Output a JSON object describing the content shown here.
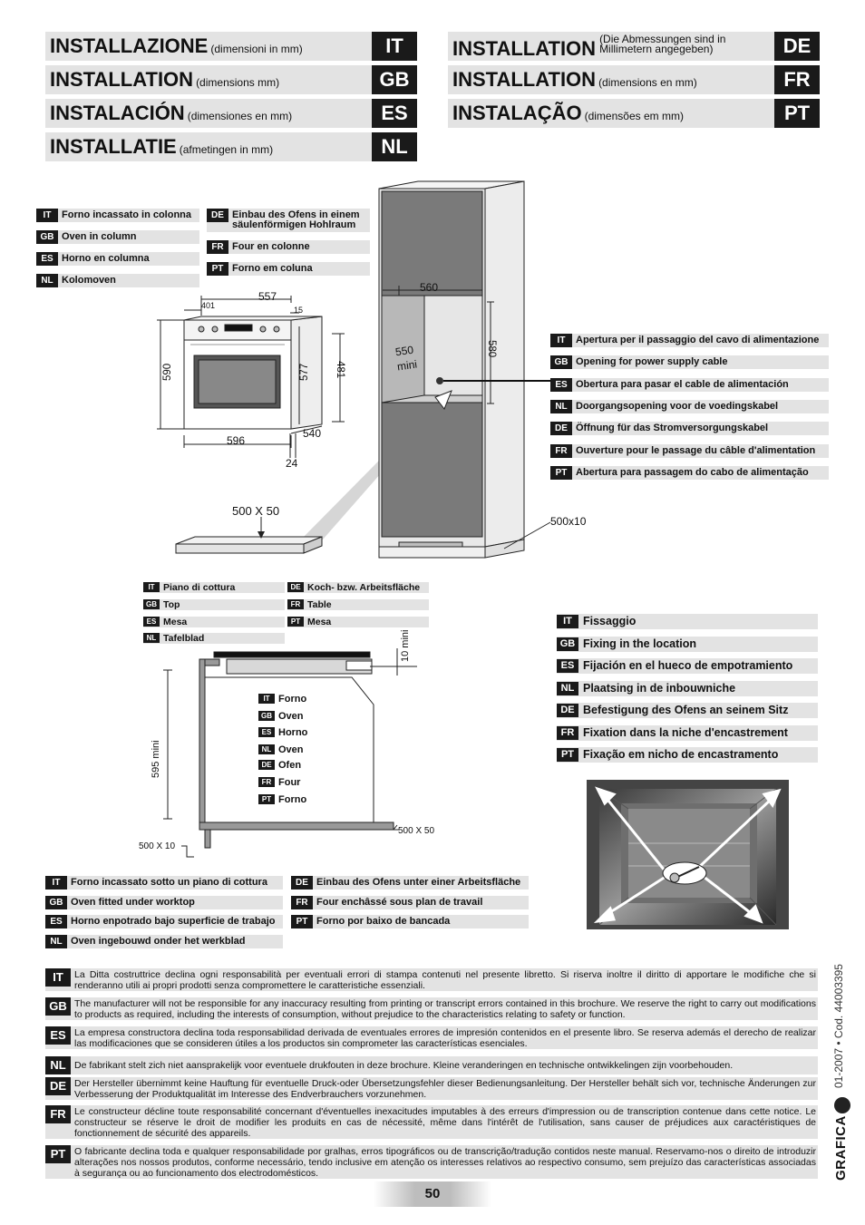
{
  "headers": [
    {
      "title": "INSTALLAZIONE",
      "sub": "(dimensioni in mm)",
      "code": "IT"
    },
    {
      "title": "INSTALLATION",
      "sub": "(dimensions mm)",
      "code": "GB"
    },
    {
      "title": "INSTALACIÓN",
      "sub": "(dimensiones en mm)",
      "code": "ES"
    },
    {
      "title": "INSTALLATIE",
      "sub": "(afmetingen in mm)",
      "code": "NL"
    },
    {
      "title": "INSTALLATION",
      "sub_line1": "(Die Abmessungen sind in",
      "sub_line2": "Millimetern angegeben)",
      "code": "DE"
    },
    {
      "title": "INSTALLATION",
      "sub": "(dimensions en mm)",
      "code": "FR"
    },
    {
      "title": "INSTALAÇÃO",
      "sub": "(dimensões em mm)",
      "code": "PT"
    }
  ],
  "column_labels": [
    {
      "code": "IT",
      "text": "Forno incassato in colonna"
    },
    {
      "code": "GB",
      "text": "Oven in column"
    },
    {
      "code": "ES",
      "text": "Horno en columna"
    },
    {
      "code": "NL",
      "text": "Kolomoven"
    },
    {
      "code": "DE",
      "line1": "Einbau des Ofens in einem",
      "line2": "säulenförmigen Hohlraum"
    },
    {
      "code": "FR",
      "text": "Four en colonne"
    },
    {
      "code": "PT",
      "text": "Forno em coluna"
    }
  ],
  "cable_labels": [
    {
      "code": "IT",
      "text": "Apertura per il passaggio del cavo di alimentazione"
    },
    {
      "code": "GB",
      "text": "Opening for power supply cable"
    },
    {
      "code": "ES",
      "text": "Obertura para pasar el cable de alimentación"
    },
    {
      "code": "NL",
      "text": "Doorgangsopening voor de voedingskabel"
    },
    {
      "code": "DE",
      "text": "Öffnung für das Stromversorgungskabel"
    },
    {
      "code": "FR",
      "text": "Ouverture pour le passage du câble d'alimentation"
    },
    {
      "code": "PT",
      "text": "Abertura para passagem do cabo de alimentação"
    }
  ],
  "top_labels": [
    {
      "code": "IT",
      "text": "Piano di cottura"
    },
    {
      "code": "DE",
      "text": "Koch- bzw. Arbeitsfläche"
    },
    {
      "code": "GB",
      "text": "Top"
    },
    {
      "code": "FR",
      "text": "Table"
    },
    {
      "code": "ES",
      "text": "Mesa"
    },
    {
      "code": "PT",
      "text": "Mesa"
    },
    {
      "code": "NL",
      "text": "Tafelblad"
    }
  ],
  "oven_labels": [
    {
      "code": "IT",
      "text": "Forno"
    },
    {
      "code": "GB",
      "text": "Oven"
    },
    {
      "code": "ES",
      "text": "Horno"
    },
    {
      "code": "NL",
      "text": "Oven"
    },
    {
      "code": "DE",
      "text": "Ofen"
    },
    {
      "code": "FR",
      "text": "Four"
    },
    {
      "code": "PT",
      "text": "Forno"
    }
  ],
  "fix_labels": [
    {
      "code": "IT",
      "text": "Fissaggio"
    },
    {
      "code": "GB",
      "text": "Fixing in the location"
    },
    {
      "code": "ES",
      "text": "Fijación en el hueco de empotramiento"
    },
    {
      "code": "NL",
      "text": "Plaatsing in de inbouwniche"
    },
    {
      "code": "DE",
      "text": "Befestigung des Ofens an seinem Sitz"
    },
    {
      "code": "FR",
      "text": "Fixation dans la niche d'encastrement"
    },
    {
      "code": "PT",
      "text": "Fixação em nicho de encastramento"
    }
  ],
  "worktop_labels": [
    {
      "code": "IT",
      "text": "Forno incassato sotto un piano di cottura"
    },
    {
      "code": "DE",
      "text": "Einbau des Ofens unter einer Arbeitsfläche"
    },
    {
      "code": "GB",
      "text": "Oven fitted under worktop"
    },
    {
      "code": "FR",
      "text": "Four enchâssé sous plan de travail"
    },
    {
      "code": "ES",
      "text": "Horno enpotrado bajo superficie de trabajo"
    },
    {
      "code": "PT",
      "text": "Forno por baixo de bancada"
    },
    {
      "code": "NL",
      "text": "Oven ingebouwd onder het werkblad"
    }
  ],
  "dimensions": {
    "oven_width_top": "557",
    "d401": "401",
    "d15": "15",
    "d590": "590",
    "d577": "577",
    "d481": "481",
    "d596": "596",
    "d540": "540",
    "d24": "24",
    "opening_500x50": "500 X 50",
    "col_560": "560",
    "col_550": "550",
    "col_mini": "mini",
    "col_580": "580",
    "col_500x10": "500x10",
    "wt_10mini": "10 mini",
    "wt_595mini": "595 mini",
    "wt_500x10": "500 X 10",
    "wt_500x50": "500 X 50"
  },
  "disclaimers": [
    {
      "code": "IT",
      "text": "La Ditta costruttrice declina ogni responsabilità per eventuali errori di stampa contenuti nel presente libretto. Si riserva inoltre il diritto di apportare le modifiche che si renderanno utili ai propri prodotti senza compromettere le caratteristiche essenziali."
    },
    {
      "code": "GB",
      "text": "The manufacturer will not be responsible for any inaccuracy resulting from printing or transcript errors contained in this brochure. We reserve the right to carry out modifications to products as required, including the interests of consumption, without prejudice to the characteristics relating to safety or function."
    },
    {
      "code": "ES",
      "text": "La empresa constructora declina toda responsabilidad derivada de eventuales errores de impresión contenidos en el presente libro. Se reserva además el derecho de realizar las modificaciones que se consideren útiles a los productos sin comprometer las características esenciales."
    },
    {
      "code": "NL",
      "text": "De fabrikant stelt zich niet aansprakelijk voor eventuele drukfouten in deze brochure. Kleine veranderingen en technische ontwikkelingen zijn voorbehouden."
    },
    {
      "code": "DE",
      "text": "Der Hersteller übernimmt keine Hauftung für eventuelle Druck-oder Übersetzungsfehler dieser Bedienungsanleitung. Der Hersteller behält sich vor, technische Änderungen zur Verbesserung der Produktqualität im Interesse des Endverbrauchers vorzunehmen."
    },
    {
      "code": "FR",
      "text": "Le constructeur décline toute responsabilité concernant d'éventuelles inexacitudes imputables à des erreurs d'impression ou de transcription contenue dans cette notice. Le constructeur se réserve le droit de modifier les produits en cas de nécessité, même dans l'intérêt de l'utilisation, sans causer de préjudices aux caractéristiques de fonctionnement de sécurité des appareils."
    },
    {
      "code": "PT",
      "text": "O fabricante declina toda e qualquer responsabilidade por gralhas, erros tipográficos ou de transcrição/tradução contidos neste manual. Reservamo-nos o direito de introduzir alterações nos nossos produtos, conforme necessário, tendo inclusive em atenção os interesses relativos ao respectivo consumo, sem prejuízo das características associadas à segurança ou ao funcionamento dos electrodomésticos."
    }
  ],
  "page_number": "50",
  "side_code": "01-2007 • Cod. 44003395",
  "logo_text": "GRAFICA"
}
